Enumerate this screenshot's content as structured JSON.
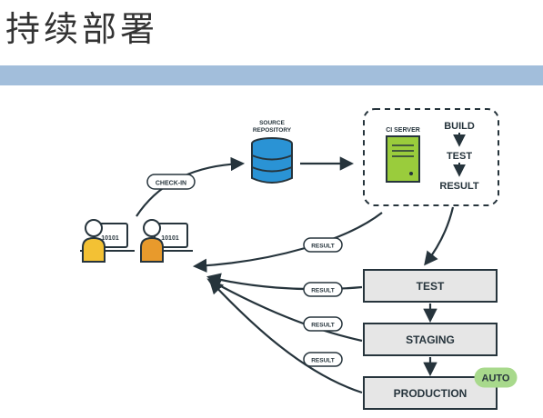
{
  "title": "持续部署",
  "colors": {
    "title_bar": "#a2bedb",
    "stroke": "#26343c",
    "db_blue": "#2a93d5",
    "server_green": "#9acc3c",
    "stage_fill": "#e6e6e6",
    "user_yellow": "#f3c134",
    "user_orange": "#e89a2c",
    "auto_green": "#a8d98c"
  },
  "diagram": {
    "developers": {
      "screen_text_1": "10101",
      "screen_text_2": "10101"
    },
    "checkin_label": "CHECK-IN",
    "repository": {
      "line1": "SOURCE",
      "line2": "REPOSITORY"
    },
    "ci": {
      "server_label": "CI SERVER",
      "steps": [
        "BUILD",
        "TEST",
        "RESULT"
      ]
    },
    "result_label": "RESULT",
    "pipeline": [
      "TEST",
      "STAGING",
      "PRODUCTION"
    ],
    "auto_badge": "AUTO"
  }
}
